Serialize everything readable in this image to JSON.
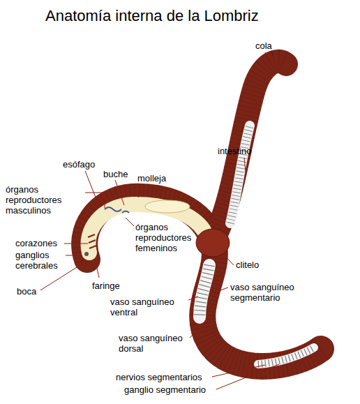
{
  "diagram": {
    "title": "Anatomía interna de la Lombriz",
    "labels": [
      "cola",
      "intestino",
      "esófago",
      "buche",
      "molleja",
      "órganos reproductores masculinos",
      "corazones",
      "ganglios cerebrales",
      "órganos reproductores femeninos",
      "boca",
      "faringe",
      "clitelo",
      "vaso sanguíneo ventral",
      "vaso sanguíneo segmentario",
      "vaso sanguíneo dorsal",
      "nervios segmentarios",
      "ganglio segmentario"
    ]
  }
}
